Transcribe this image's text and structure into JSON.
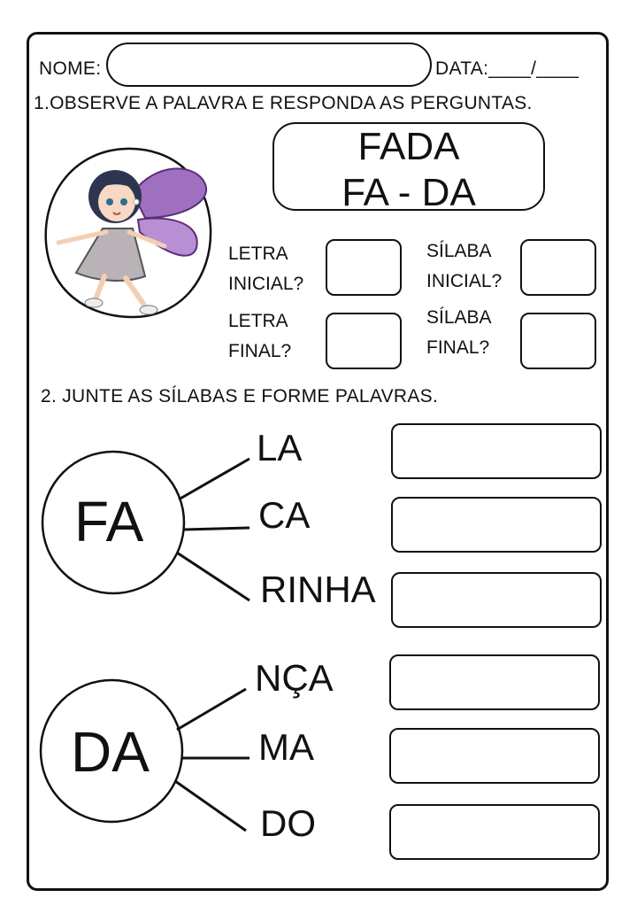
{
  "header": {
    "name_label": "NOME:",
    "date_label": "DATA:____/____"
  },
  "q1": {
    "instruction": "1.OBSERVE A PALAVRA E RESPONDA AS PERGUNTAS.",
    "word": "FADA",
    "split": "FA - DA",
    "questions": [
      {
        "line1": "LETRA",
        "line2": "INICIAL?"
      },
      {
        "line1": "SÍLABA",
        "line2": "INICIAL?"
      },
      {
        "line1": "LETRA",
        "line2": "FINAL?"
      },
      {
        "line1": "SÍLABA",
        "line2": "FINAL?"
      }
    ]
  },
  "q2": {
    "instruction": "2. JUNTE AS SÍLABAS E FORME PALAVRAS.",
    "groups": [
      {
        "root": "FA",
        "syllables": [
          "LA",
          "CA",
          "RINHA"
        ]
      },
      {
        "root": "DA",
        "syllables": [
          "NÇA",
          "MA",
          "DO"
        ]
      }
    ]
  },
  "illustration": {
    "icon": "fairy-illustration"
  }
}
